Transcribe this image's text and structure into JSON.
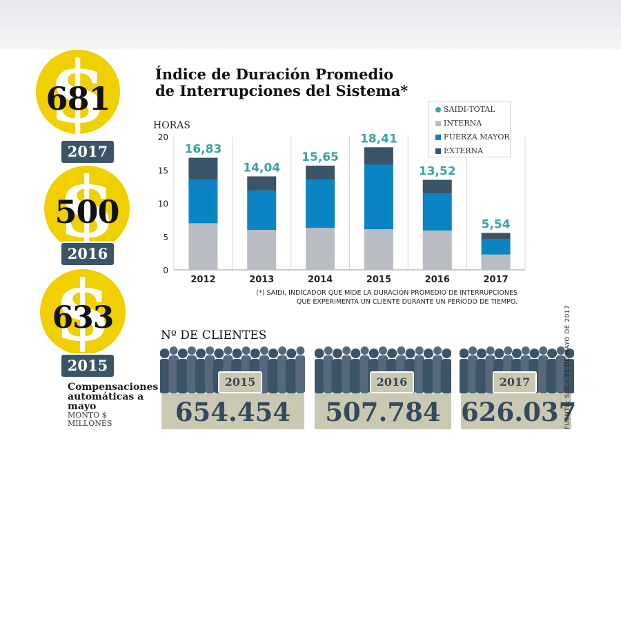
{
  "compensations": {
    "items": [
      {
        "amount": "681",
        "year": "2017",
        "symbol": "$"
      },
      {
        "amount": "500",
        "year": "2016",
        "symbol": "$"
      },
      {
        "amount": "633",
        "year": "2015",
        "symbol": "$"
      }
    ],
    "caption_bold": "Compensaciones automáticas a mayo",
    "caption_sub": "MONTO $ MILLONES"
  },
  "chart_data": {
    "type": "bar",
    "title": "Índice de Duración Promedio de Interrupciones del Sistema*",
    "title_line1": "Índice de Duración Promedio",
    "title_line2": "de Interrupciones del Sistema*",
    "ylabel": "HORAS",
    "ylim": [
      0,
      20
    ],
    "yticks": [
      0,
      5,
      10,
      15,
      20
    ],
    "categories": [
      "2012",
      "2013",
      "2014",
      "2015",
      "2016",
      "2017"
    ],
    "stacked": true,
    "series": [
      {
        "name": "INTERNA",
        "color": "#b9bcc3",
        "values": [
          7.0,
          6.0,
          6.3,
          6.1,
          5.9,
          2.3
        ]
      },
      {
        "name": "FUERZA MAYOR",
        "color": "#0a84c2",
        "values": [
          6.5,
          5.9,
          7.2,
          9.7,
          5.6,
          2.3
        ]
      },
      {
        "name": "EXTERNA",
        "color": "#3b5468",
        "values": [
          3.33,
          2.14,
          2.15,
          2.61,
          2.02,
          0.94
        ]
      }
    ],
    "totals": {
      "name": "SAIDI-TOTAL",
      "color": "#3aa3a0",
      "labels": [
        "16,83",
        "14,04",
        "15,65",
        "18,41",
        "13,52",
        "5,54"
      ],
      "values": [
        16.83,
        14.04,
        15.65,
        18.41,
        13.52,
        5.54
      ]
    },
    "legend": "top-right",
    "grid": "vertical",
    "note_line1": "(*) SAIDI, INDICADOR QUE MIDE LA DURACIÓN PROMEDIO DE INTERRUPCIONES",
    "note_line2": "QUE EXPERIMENTA UN CLIENTE DURANTE UN PERÍODO DE TIEMPO."
  },
  "clients": {
    "title": "Nº DE CLIENTES",
    "items": [
      {
        "year": "2015",
        "value": "654.454"
      },
      {
        "year": "2016",
        "value": "507.784"
      },
      {
        "year": "2017",
        "value": "626.037"
      }
    ]
  },
  "source": "FUENTE: SEC - 31 DE MAYO DE 2017",
  "colors": {
    "coin": "#f0d000",
    "navy": "#3b5468",
    "box": "#cac8b0",
    "accent": "#3aa3a0"
  }
}
